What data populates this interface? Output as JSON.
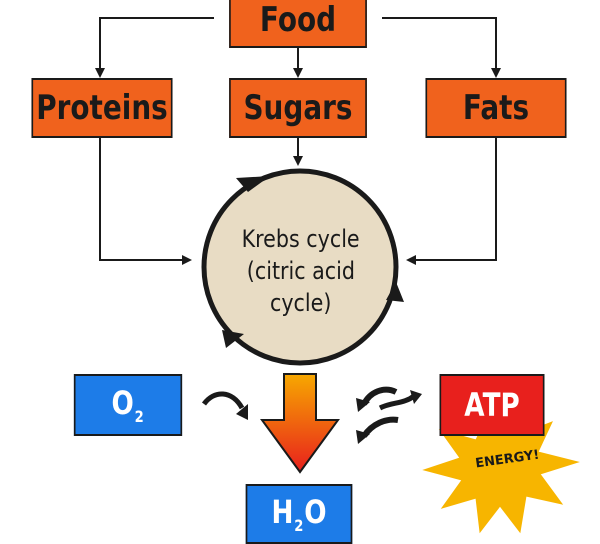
{
  "nodes": {
    "food": "Food",
    "proteins": "Proteins",
    "sugars": "Sugars",
    "fats": "Fats",
    "krebs_lines": [
      "Krebs cycle",
      "(citric acid",
      "cycle)"
    ],
    "o2": {
      "main": "O",
      "sub": "2"
    },
    "h2o": {
      "pre": "H",
      "sub": "2",
      "post": "O"
    },
    "atp": "ATP",
    "energy": "ENERGY!"
  },
  "colors": {
    "orange": "#f0621d",
    "blue": "#1d7ce8",
    "red": "#e8201d",
    "circle_fill": "#e8dcc4",
    "burst": "#f7b500"
  }
}
